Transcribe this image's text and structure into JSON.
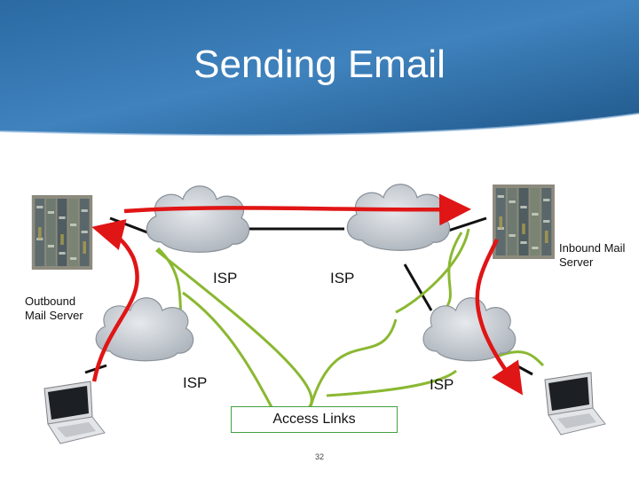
{
  "slide": {
    "title": "Sending Email",
    "page_number": "32"
  },
  "labels": {
    "isp_top_left": "ISP",
    "isp_top_right": "ISP",
    "isp_bottom_left": "ISP",
    "isp_bottom_right": "ISP",
    "outbound_server": "Outbound Mail Server",
    "inbound_server": "Inbound Mail Server",
    "access_links": "Access Links"
  },
  "colors": {
    "header_dark": "#1a4f82",
    "header_light": "#4f8fc6",
    "cloud_fill": "#c9ced4",
    "red_path": "#e01515",
    "access_link": "#8ab832",
    "backbone": "#111111",
    "access_box_border": "#44a044"
  },
  "icons": [
    "mail-server-rack-icon",
    "laptop-icon",
    "cloud-icon",
    "arrow-icon"
  ]
}
